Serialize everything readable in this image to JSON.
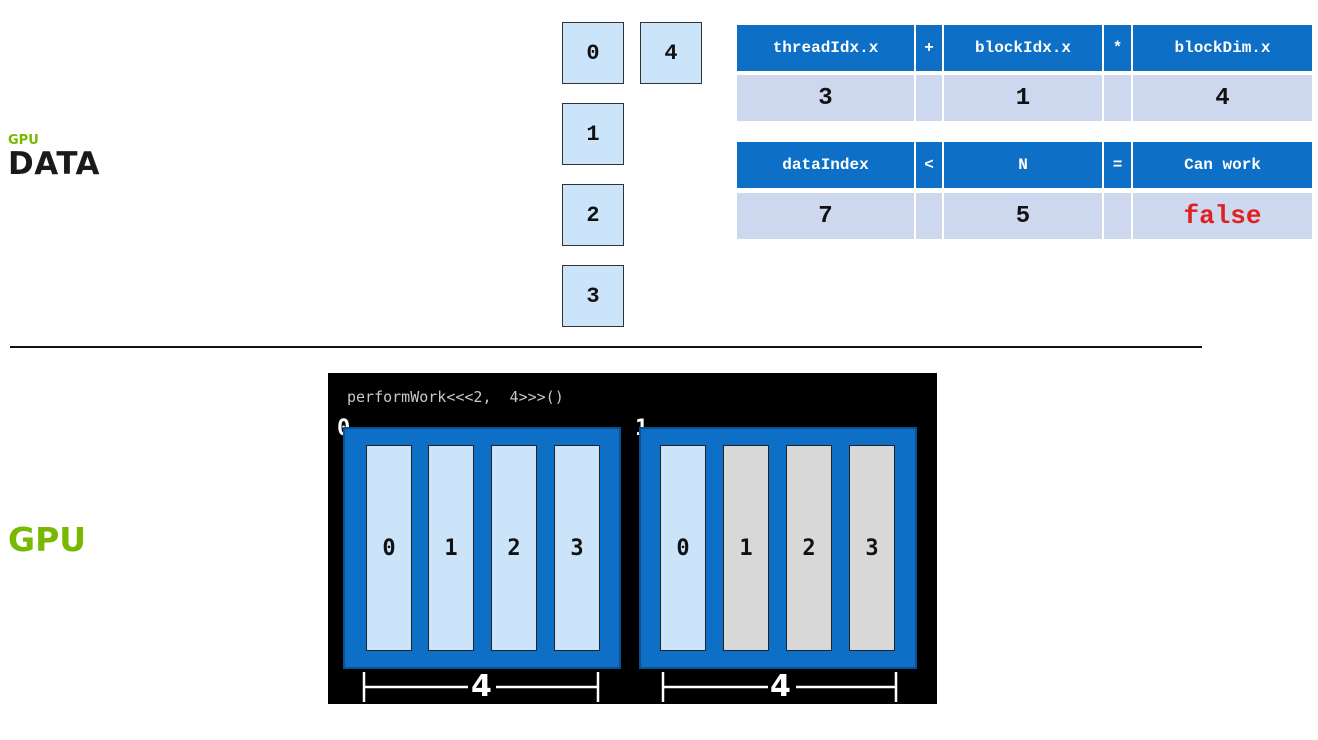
{
  "labels": {
    "data_small": "GPU",
    "data_big": "DATA",
    "gpu": "GPU"
  },
  "data_cells": [
    "0",
    "1",
    "2",
    "3",
    "4"
  ],
  "formula_table": {
    "row1_headers": [
      "threadIdx.x",
      "+",
      "blockIdx.x",
      "*",
      "blockDim.x"
    ],
    "row1_values": [
      "3",
      "",
      "1",
      "",
      "4"
    ],
    "row2_headers": [
      "dataIndex",
      "<",
      "N",
      "=",
      "Can work"
    ],
    "row2_values": [
      "7",
      "",
      "5",
      "",
      "false"
    ]
  },
  "gpu": {
    "launch_code": "performWork<<<2,  4>>>()",
    "blocks": [
      {
        "index": "0",
        "threads": [
          "0",
          "1",
          "2",
          "3"
        ],
        "active": [
          true,
          true,
          true,
          true
        ],
        "dim_label": "4"
      },
      {
        "index": "1",
        "threads": [
          "0",
          "1",
          "2",
          "3"
        ],
        "active": [
          true,
          false,
          false,
          false
        ],
        "dim_label": "4"
      }
    ]
  },
  "colors": {
    "accent_green": "#76b900",
    "nvidia_blue": "#0d70c6",
    "thread_active": "#cce4fa",
    "thread_idle": "#d8d8d8",
    "false_red": "#e02020"
  }
}
